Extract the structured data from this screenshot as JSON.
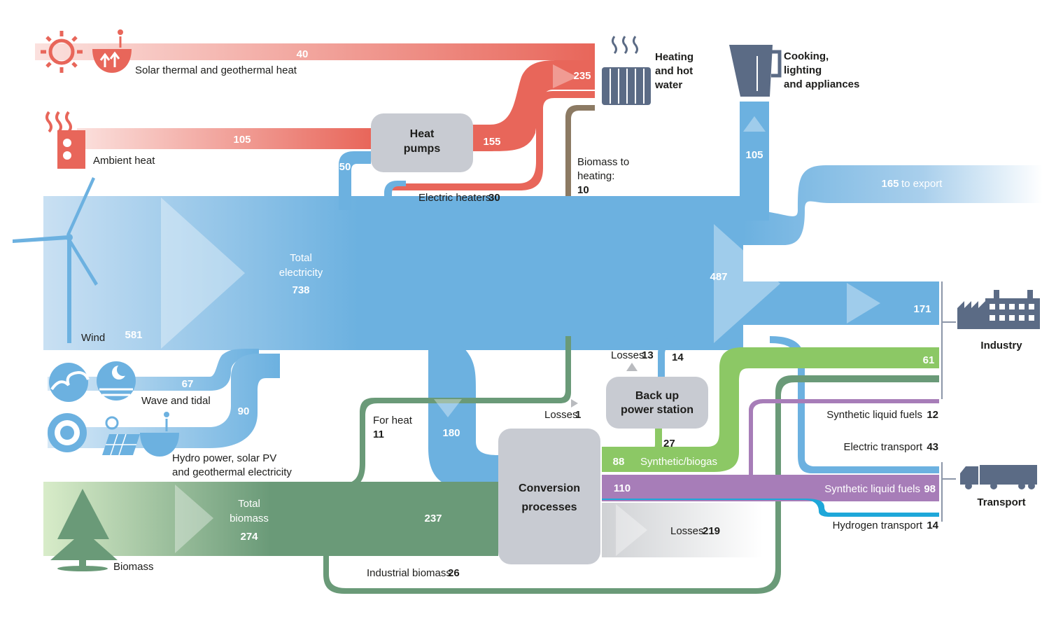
{
  "labels": {
    "solar_thermal": "Solar thermal and geothermal heat",
    "ambient_heat": "Ambient heat",
    "wind": "Wind",
    "wave_tidal": "Wave and tidal",
    "hydro_line1": "Hydro power, solar PV",
    "hydro_line2": "and geothermal electricity",
    "biomass": "Biomass",
    "heat_pumps_1": "Heat",
    "heat_pumps_2": "pumps",
    "heating_1": "Heating",
    "heating_2": "and hot",
    "heating_3": "water",
    "cooking_1": "Cooking,",
    "cooking_2": "lighting",
    "cooking_3": "and appliances",
    "total_electricity_1": "Total",
    "total_electricity_2": "electricity",
    "total_biomass_1": "Total",
    "total_biomass_2": "biomass",
    "electric_heaters": "Electric heaters",
    "biomass_heating_1": "Biomass to",
    "biomass_heating_2": "heating:",
    "to_export": "to export",
    "industry": "Industry",
    "transport": "Transport",
    "losses_label": "Losses",
    "backup_1": "Back up",
    "backup_2": "power station",
    "conversion_1": "Conversion",
    "conversion_2": "processes",
    "for_heat": "For heat",
    "synthetic_biogas": "Synthetic/biogas",
    "synthetic_liquid_fuels": "Synthetic liquid fuels",
    "electric_transport": "Electric transport",
    "hydrogen_transport": "Hydrogen transport",
    "industrial_biomass": "Industrial biomass"
  },
  "values": {
    "solar_thermal": "40",
    "ambient_heat": "105",
    "heating_total": "235",
    "heat_pumps_out": "155",
    "heat_pumps_elec": "50",
    "electric_heaters": "30",
    "biomass_heating": "10",
    "cooking": "105",
    "export": "165",
    "total_electricity": "738",
    "wind": "581",
    "elec_main": "487",
    "industry_elec": "171",
    "wave_tidal": "67",
    "hydro": "90",
    "to_conversion": "180",
    "for_heat": "11",
    "losses_1": "1",
    "losses_13": "13",
    "backup_out": "14",
    "backup_in": "27",
    "synthetic_biogas": "88",
    "synthetic_liquid": "110",
    "industry_gas": "61",
    "synthetic_liquid_industry": "12",
    "electric_transport": "43",
    "synthetic_liquid_transport": "98",
    "hydrogen_transport": "14",
    "losses_219": "219",
    "total_biomass": "274",
    "biomass_conversion": "237",
    "industrial_biomass": "26"
  },
  "colors": {
    "heat": "#e8665a",
    "heat_light": "#f6c7c2",
    "electricity": "#6cb1e0",
    "electricity_light": "#b8d8ef",
    "biomass": "#6a9a78",
    "biogas": "#8cc865",
    "liquid": "#a77db8",
    "hydrogen": "#1ea7d9",
    "box": "#c8cbd2",
    "icon": "#5b6b85",
    "losses": "#d9dadc"
  }
}
